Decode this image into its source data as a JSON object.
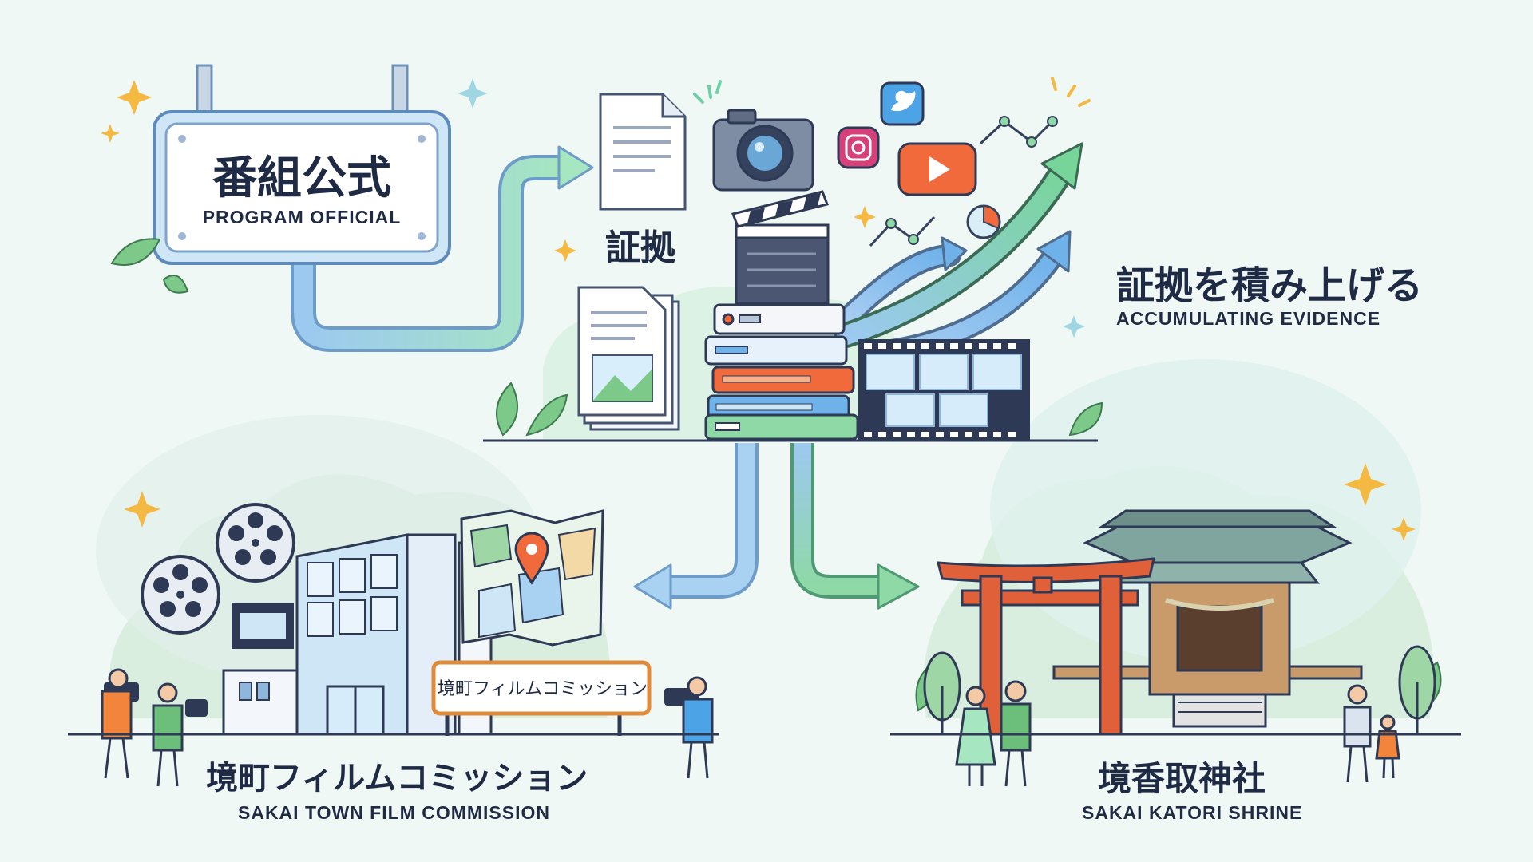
{
  "program_official": {
    "title_jp": "番組公式",
    "title_en": "PROGRAM OFFICIAL"
  },
  "evidence": {
    "label_jp": "証拠"
  },
  "accumulating": {
    "title_jp": "証拠を積み上げる",
    "title_en": "ACCUMULATING EVIDENCE"
  },
  "film_commission": {
    "sign_text": "境町フィルムコミッション",
    "title_jp": "境町フィルムコミッション",
    "title_en": "SAKAI TOWN FILM COMMISSION"
  },
  "shrine": {
    "title_jp": "境香取神社",
    "title_en": "SAKAI KATORI SHRINE"
  },
  "colors": {
    "navy": "#1f2a44",
    "blue_flow": "#8ec4ea",
    "green_flow": "#8ed9a6",
    "torii_red": "#e0603a",
    "youtube": "#f06a3b",
    "twitter": "#4ca3e6",
    "instagram": "#d8407a",
    "sparkle": "#f4b942",
    "leaf": "#6cbf7a"
  },
  "icons": [
    "sparkle-icon",
    "leaf-icon",
    "document-icon",
    "camera-icon",
    "twitter-icon",
    "instagram-icon",
    "youtube-icon",
    "line-graph-icon",
    "pie-chart-icon",
    "clapperboard-icon",
    "film-strip-icon",
    "film-reel-icon",
    "map-pin-icon",
    "torii-icon",
    "shrine-icon",
    "video-camera-icon"
  ]
}
